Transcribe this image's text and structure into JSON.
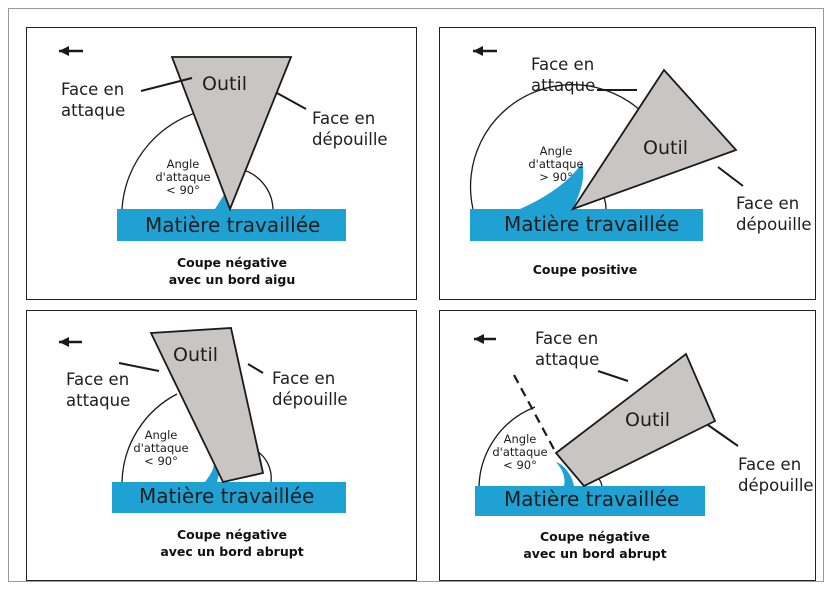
{
  "colors": {
    "tool": "#c9c5c5",
    "material": "#1fa1d3",
    "line": "#1a1a1a"
  },
  "panels": [
    {
      "face_attaque": [
        "Face en",
        "attaque"
      ],
      "face_depouille": [
        "Face en",
        "dépouille"
      ],
      "outil": "Outil",
      "angle": [
        "Angle",
        "d'attaque",
        "< 90°"
      ],
      "matiere": "Matière travaillée",
      "caption": [
        "Coupe négative",
        "avec un bord aigu"
      ]
    },
    {
      "face_attaque": [
        "Face en",
        "attaque"
      ],
      "face_depouille": [
        "Face en",
        "dépouille"
      ],
      "outil": "Outil",
      "angle": [
        "Angle",
        "d'attaque",
        "> 90°"
      ],
      "matiere": "Matière travaillée",
      "caption": [
        "Coupe positive"
      ]
    },
    {
      "face_attaque": [
        "Face en",
        "attaque"
      ],
      "face_depouille": [
        "Face en",
        "dépouille"
      ],
      "outil": "Outil",
      "angle": [
        "Angle",
        "d'attaque",
        "< 90°"
      ],
      "matiere": "Matière travaillée",
      "caption": [
        "Coupe négative",
        "avec un bord abrupt"
      ]
    },
    {
      "face_attaque": [
        "Face en",
        "attaque"
      ],
      "face_depouille": [
        "Face en",
        "dépouille"
      ],
      "outil": "Outil",
      "angle": [
        "Angle",
        "d'attaque",
        "< 90°"
      ],
      "matiere": "Matière travaillée",
      "caption": [
        "Coupe négative",
        "avec un bord abrupt"
      ]
    }
  ]
}
